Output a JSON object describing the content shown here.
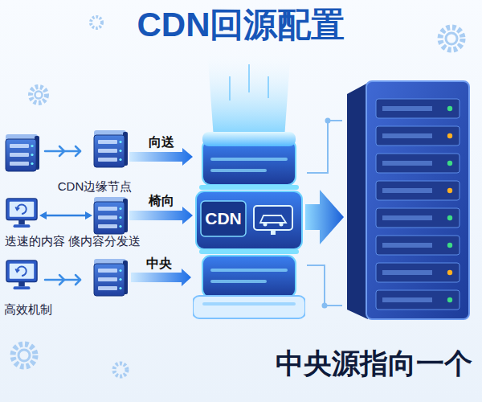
{
  "diagram": {
    "title": "CDN回源配置",
    "nodes": [
      {
        "text": [
          "CDN边缘节点"
        ]
      },
      {
        "text": [
          "迭速的内容"
        ]
      },
      {
        "text": [
          "倏内容分发送"
        ]
      },
      {
        "text": [
          "高效机制"
        ]
      },
      {
        "text": [
          "CDN"
        ]
      },
      {
        "text": [
          "中央源指向一个"
        ]
      }
    ],
    "edges": [
      {
        "from": 1,
        "to": 2,
        "arrow": "both"
      },
      {
        "from": 0,
        "to": 4,
        "label": "向送",
        "arrow": "to"
      },
      {
        "from": 2,
        "to": 4,
        "label": "椅向",
        "arrow": "to"
      },
      {
        "from": 4,
        "to": 5,
        "arrow": "to"
      }
    ],
    "labels": [
      "中央"
    ]
  }
}
